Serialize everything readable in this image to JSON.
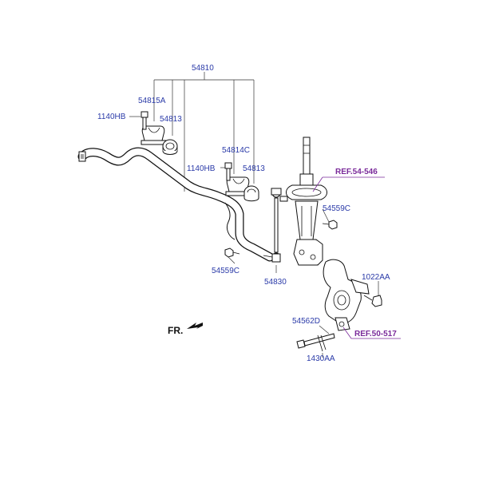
{
  "labels": {
    "p54810": "54810",
    "p54815A": "54815A",
    "p1140HB_top": "1140HB",
    "p54813_left": "54813",
    "p54814C": "54814C",
    "p1140HB_mid": "1140HB",
    "p54813_right": "54813",
    "p54559C_right": "54559C",
    "p54559C_left": "54559C",
    "p54830": "54830",
    "p1022AA": "1022AA",
    "p54562D": "54562D",
    "p1430AA": "1430AA"
  },
  "refs": {
    "strut": "REF.54-546",
    "knuckle": "REF.50-517"
  },
  "direction": {
    "front": "FR."
  },
  "colors": {
    "part_number": "#2a3aa8",
    "reference": "#7a2a9a"
  }
}
